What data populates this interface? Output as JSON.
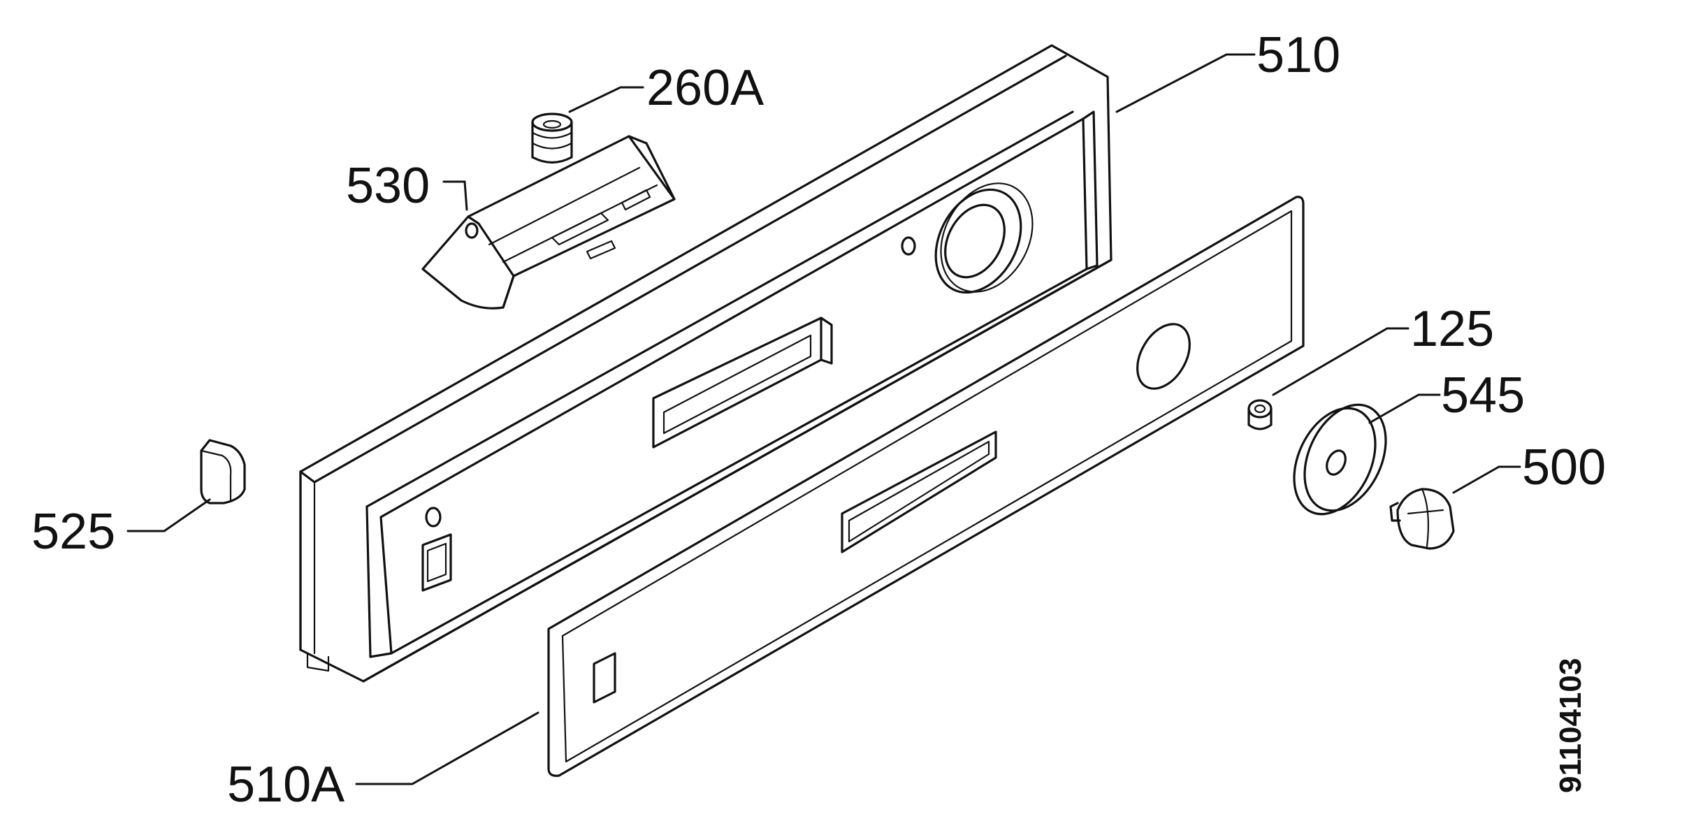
{
  "diagram": {
    "callouts": {
      "p510": "510",
      "p260a": "260A",
      "p530": "530",
      "p125": "125",
      "p545": "545",
      "p500": "500",
      "p525": "525",
      "p510a": "510A"
    },
    "document_code": "91104103"
  }
}
